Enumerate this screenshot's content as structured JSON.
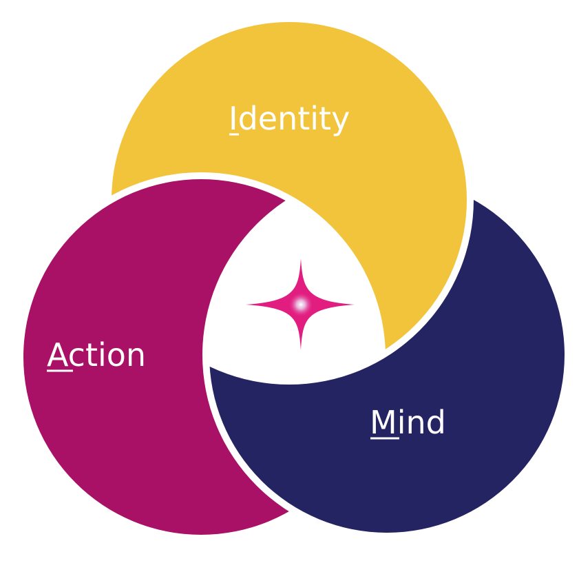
{
  "diagram": {
    "circles": [
      {
        "label": "Identity",
        "initial": "I",
        "rest": "dentity",
        "color": "#F2C43B"
      },
      {
        "label": "Action",
        "initial": "A",
        "rest": "ction",
        "color": "#A91166"
      },
      {
        "label": "Mind",
        "initial": "M",
        "rest": "ind",
        "color": "#252463"
      }
    ],
    "center_icon": "sparkle-star-icon",
    "star_color": "#E21D80"
  }
}
